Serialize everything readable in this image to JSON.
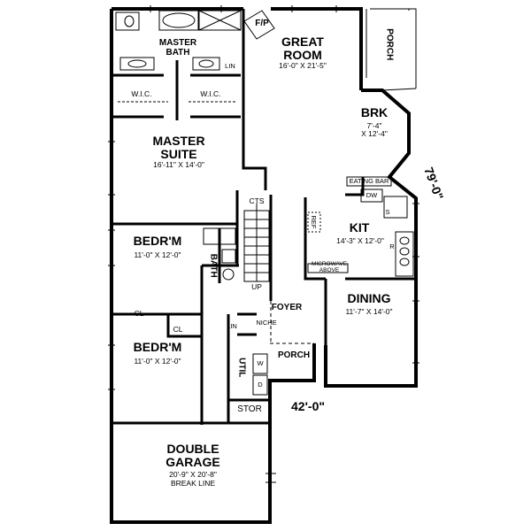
{
  "rooms": {
    "great_room": {
      "name": "GREAT\nROOM",
      "dim": "16'-0\" X 21'-5\""
    },
    "master_bath": {
      "name": "MASTER\nBATH"
    },
    "wic_left": {
      "name": "W.I.C."
    },
    "wic_right": {
      "name": "W.I.C."
    },
    "master_suite": {
      "name": "MASTER\nSUITE",
      "dim": "16'-11\" X 14'-0\""
    },
    "brk": {
      "name": "BRK",
      "dim": "7'-4\"\nX 12'-4\""
    },
    "kit": {
      "name": "KIT",
      "dim": "14'-3\" X 12'-0\""
    },
    "bedrm1": {
      "name": "BEDR'M",
      "dim": "11'-0\" X 12'-0\""
    },
    "bedrm2": {
      "name": "BEDR'M",
      "dim": "11'-0\" X 12'-0\""
    },
    "bath": {
      "name": "BATH"
    },
    "foyer": {
      "name": "FOYER"
    },
    "dining": {
      "name": "DINING",
      "dim": "11'-7\" X 14'-0\""
    },
    "garage": {
      "name": "DOUBLE\nGARAGE",
      "dim": "20'-9\" X 20'-8\"\nBREAK LINE"
    }
  },
  "labels": {
    "fp": "F/P",
    "lin_bath": "LIN",
    "porch_top": "PORCH",
    "eating_bar": "EATING BAR",
    "dw": "DW",
    "cts": "CTS",
    "ref": "REF",
    "microwave": "MICROWAVE\nABOVE",
    "up": "UP",
    "cl1": "CL",
    "cl2": "CL",
    "lin_foyer": "LIN",
    "niche": "NICHE",
    "porch_front": "PORCH",
    "util": "UTIL",
    "w": "W",
    "d": "D",
    "stor": "STOR",
    "s": "S",
    "r": "R"
  },
  "dimensions": {
    "width": "42'-0\"",
    "depth": "79'-0\""
  }
}
